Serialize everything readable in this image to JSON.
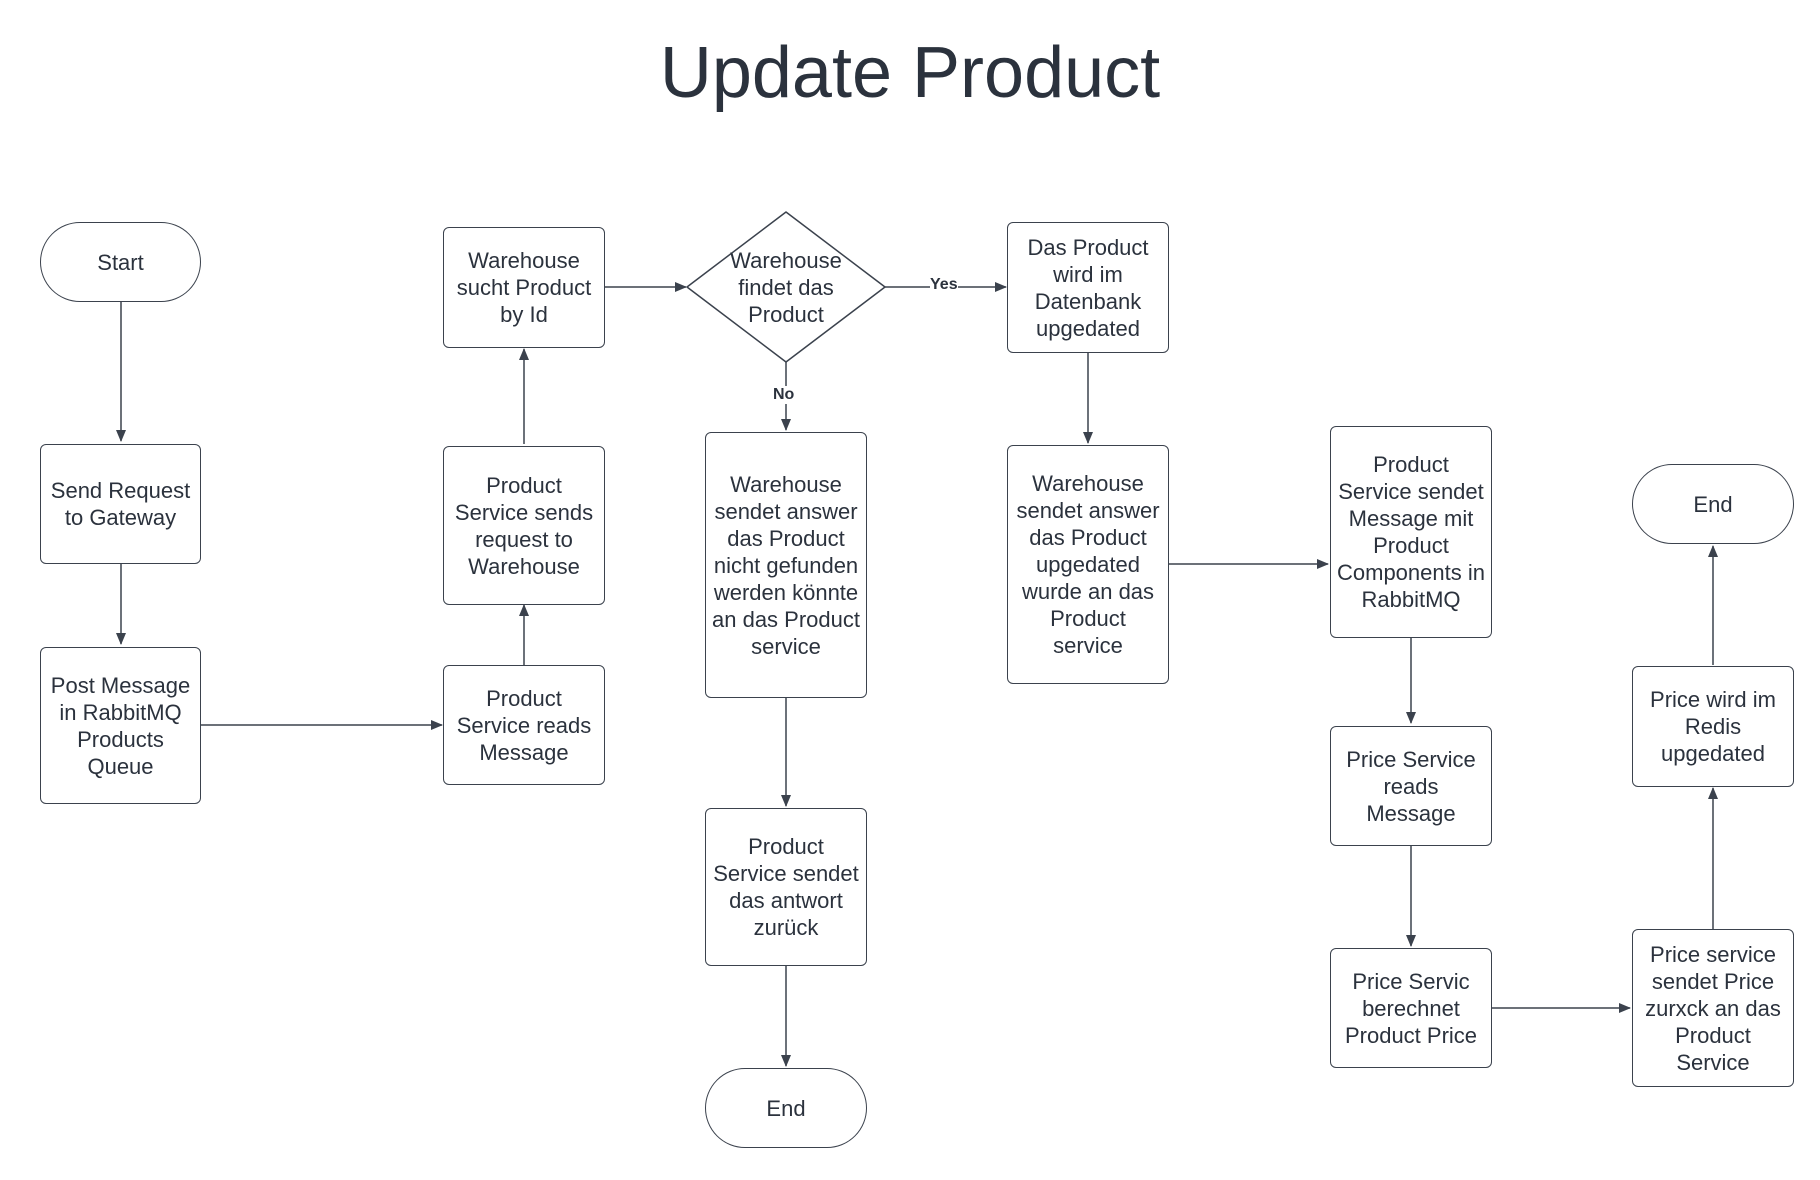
{
  "title": "Update Product",
  "colors": {
    "stroke": "#3b424d",
    "text": "#2b323d",
    "background": "#ffffff"
  },
  "nodes": {
    "start": "Start",
    "send_request": "Send Request to Gateway",
    "post_message": "Post Message in RabbitMQ Products Queue",
    "product_reads": "Product Service reads Message",
    "product_sends": "Product Service sends request to Warehouse",
    "warehouse_search": "Warehouse sucht Product by Id",
    "decision": "Warehouse findet das Product",
    "not_found": "Warehouse sendet answer das Product nicht gefunden werden könnte an das Product service",
    "product_answer": "Product Service sendet das antwort zurück",
    "end_middle": "End",
    "db_update": "Das Product wird im Datenbank upgedated",
    "warehouse_updated": "Warehouse sendet answer das Product upgedated wurde an das Product service",
    "components_message": "Product Service sendet Message mit Product Components in RabbitMQ",
    "price_reads": "Price Service reads Message",
    "price_calc": "Price Servic berechnet Product Price",
    "price_send": "Price service sendet Price zurxck an das Product Service",
    "redis_update": "Price wird im Redis upgedated",
    "end_right": "End"
  },
  "edge_labels": {
    "yes": "Yes",
    "no": "No"
  }
}
